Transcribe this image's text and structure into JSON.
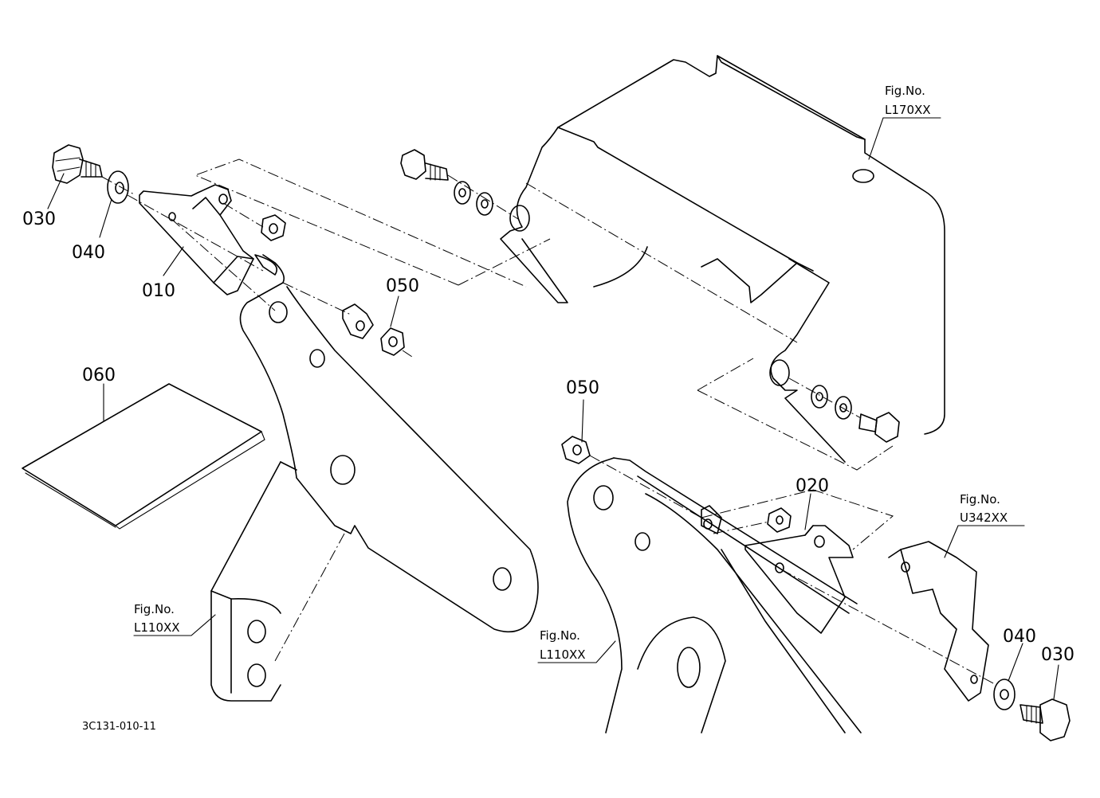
{
  "parts": {
    "p010": "010",
    "p020": "020",
    "p030": "030",
    "p040": "040",
    "p050": "050",
    "p060": "060"
  },
  "figure_refs": {
    "fig_no_label": "Fig.No.",
    "l170": "L170XX",
    "l110": "L110XX",
    "u342": "U342XX"
  },
  "diagram_code": "3C131-010-11"
}
